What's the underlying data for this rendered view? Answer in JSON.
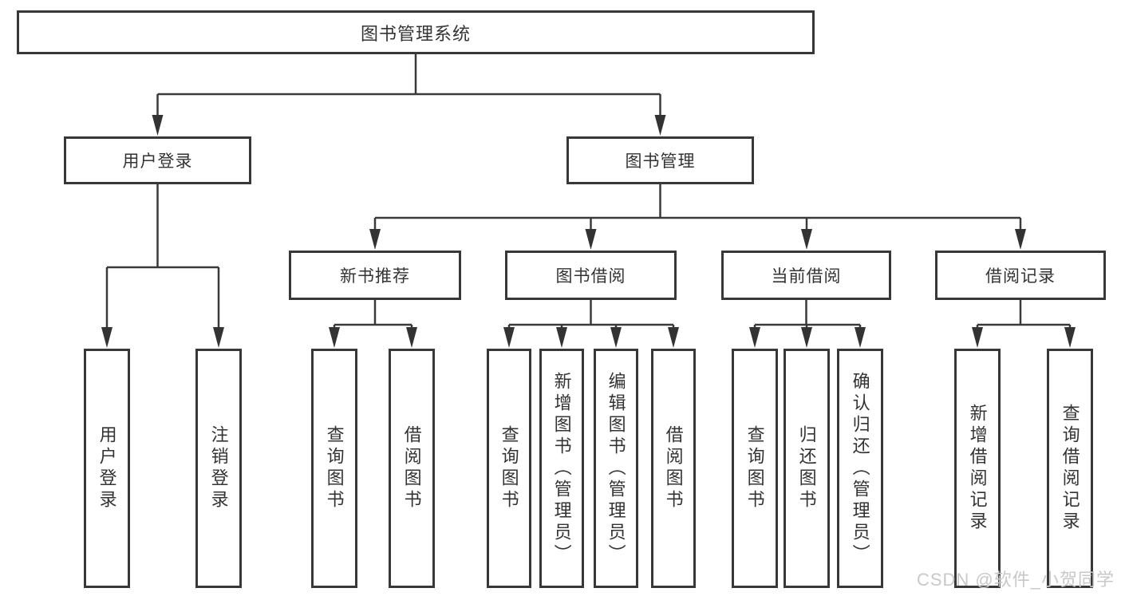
{
  "tree": {
    "root": {
      "label": "图书管理系统"
    },
    "branches": [
      {
        "label": "用户登录",
        "children": [
          {
            "label": "用户登录"
          },
          {
            "label": "注销登录"
          }
        ]
      },
      {
        "label": "图书管理",
        "children": [
          {
            "label": "新书推荐",
            "children": [
              {
                "label": "查询图书"
              },
              {
                "label": "借阅图书"
              }
            ]
          },
          {
            "label": "图书借阅",
            "children": [
              {
                "label": "查询图书"
              },
              {
                "label": "新增图书（管理员）"
              },
              {
                "label": "编辑图书（管理员）"
              },
              {
                "label": "借阅图书"
              }
            ]
          },
          {
            "label": "当前借阅",
            "children": [
              {
                "label": "查询图书"
              },
              {
                "label": "归还图书"
              },
              {
                "label": "确认归还（管理员）"
              }
            ]
          },
          {
            "label": "借阅记录",
            "children": [
              {
                "label": "新增借阅记录"
              },
              {
                "label": "查询借阅记录"
              }
            ]
          }
        ]
      }
    ]
  },
  "watermark": "CSDN @软件_小贺同学",
  "colors": {
    "line": "#3a3a3a",
    "arrow": "#333333",
    "border": "#383838",
    "text": "#333333",
    "watermark_text": "#c8c8c8",
    "background": "#ffffff"
  }
}
